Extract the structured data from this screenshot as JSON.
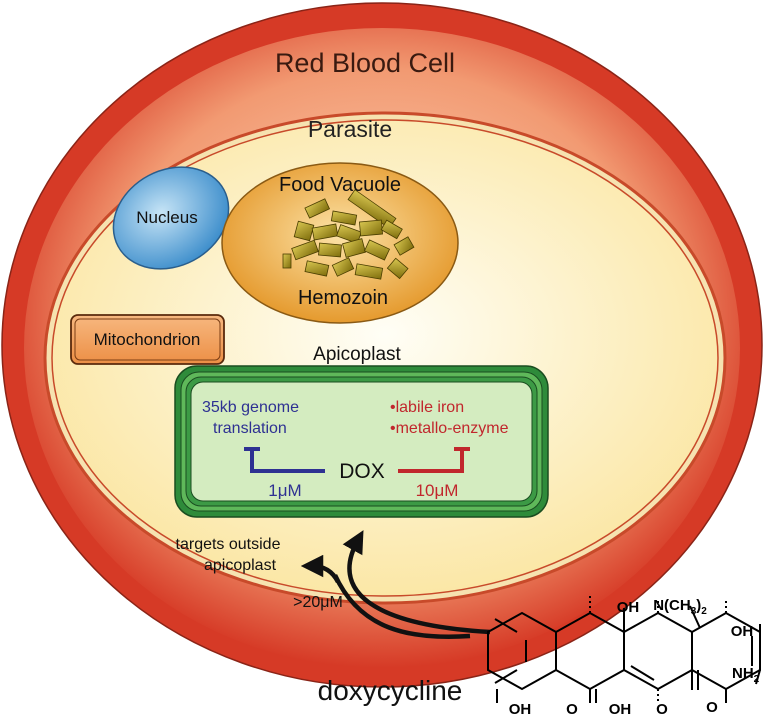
{
  "labels": {
    "rbc": "Red Blood Cell",
    "parasite": "Parasite",
    "nucleus": "Nucleus",
    "food_vacuole": "Food Vacuole",
    "hemozoin": "Hemozoin",
    "mitochondrion": "Mitochondrion",
    "apicoplast": "Apicoplast",
    "genome_line1": "35kb genome",
    "genome_line2": "translation",
    "iron_line1": "•labile iron",
    "iron_line2": "•metallo-enzyme",
    "dox": "DOX",
    "conc_low": "1μM",
    "conc_high": "10μM",
    "targets_line1": "targets outside",
    "targets_line2": "apicoplast",
    "conc_outside": ">20μM",
    "drug_name": "doxycycline"
  },
  "structure": {
    "oh_top": "OH",
    "nme2_main": "N(CH",
    "nme2_sub1": "3",
    "nme2_close": ")",
    "nme2_sub2": "2",
    "oh_right": "OH",
    "nh2_main": "NH",
    "nh2_sub": "2",
    "o_amide": "O",
    "oh_bottom_left": "OH",
    "o_bottom_1": "O",
    "oh_bottom_mid": "OH",
    "o_bottom_2": "O"
  },
  "colors": {
    "rbc_outer": "#d63a26",
    "rbc_inner": "#f28a63",
    "parasite_fill": "#fff3cc",
    "nucleus": "#6fb1dd",
    "vacuole": "#e8a23c",
    "hemozoin": "#9c8a12",
    "mitochondrion": "#f0a060",
    "apicoplast_outer": "#2e8b3a",
    "apicoplast_inner": "#d4ecc0",
    "blue_text": "#2e3192",
    "red_text": "#c1272d"
  }
}
